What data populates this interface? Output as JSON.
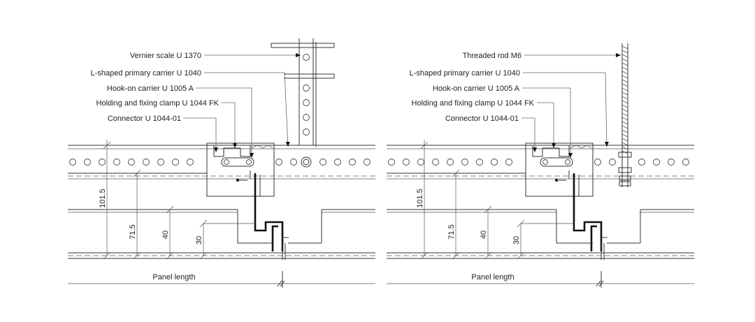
{
  "left": {
    "labels": [
      "Vernier scale U 1370",
      "L-shaped primary carrier U 1040",
      "Hook-on carrier U 1005 A",
      "Holding and fixing clamp U 1044 FK",
      "Connector U 1044-01"
    ],
    "dimensions": [
      "101.5",
      "71.5",
      "40",
      "30"
    ],
    "panel_length": "Panel length"
  },
  "right": {
    "labels": [
      "Threaded rod M6",
      "L-shaped primary carrier U 1040",
      "Hook-on carrier U 1005 A",
      "Holding and fixing clamp U 1044 FK",
      "Connector U 1044-01"
    ],
    "dimensions": [
      "101.5",
      "71.5",
      "40",
      "30"
    ],
    "panel_length": "Panel length"
  }
}
